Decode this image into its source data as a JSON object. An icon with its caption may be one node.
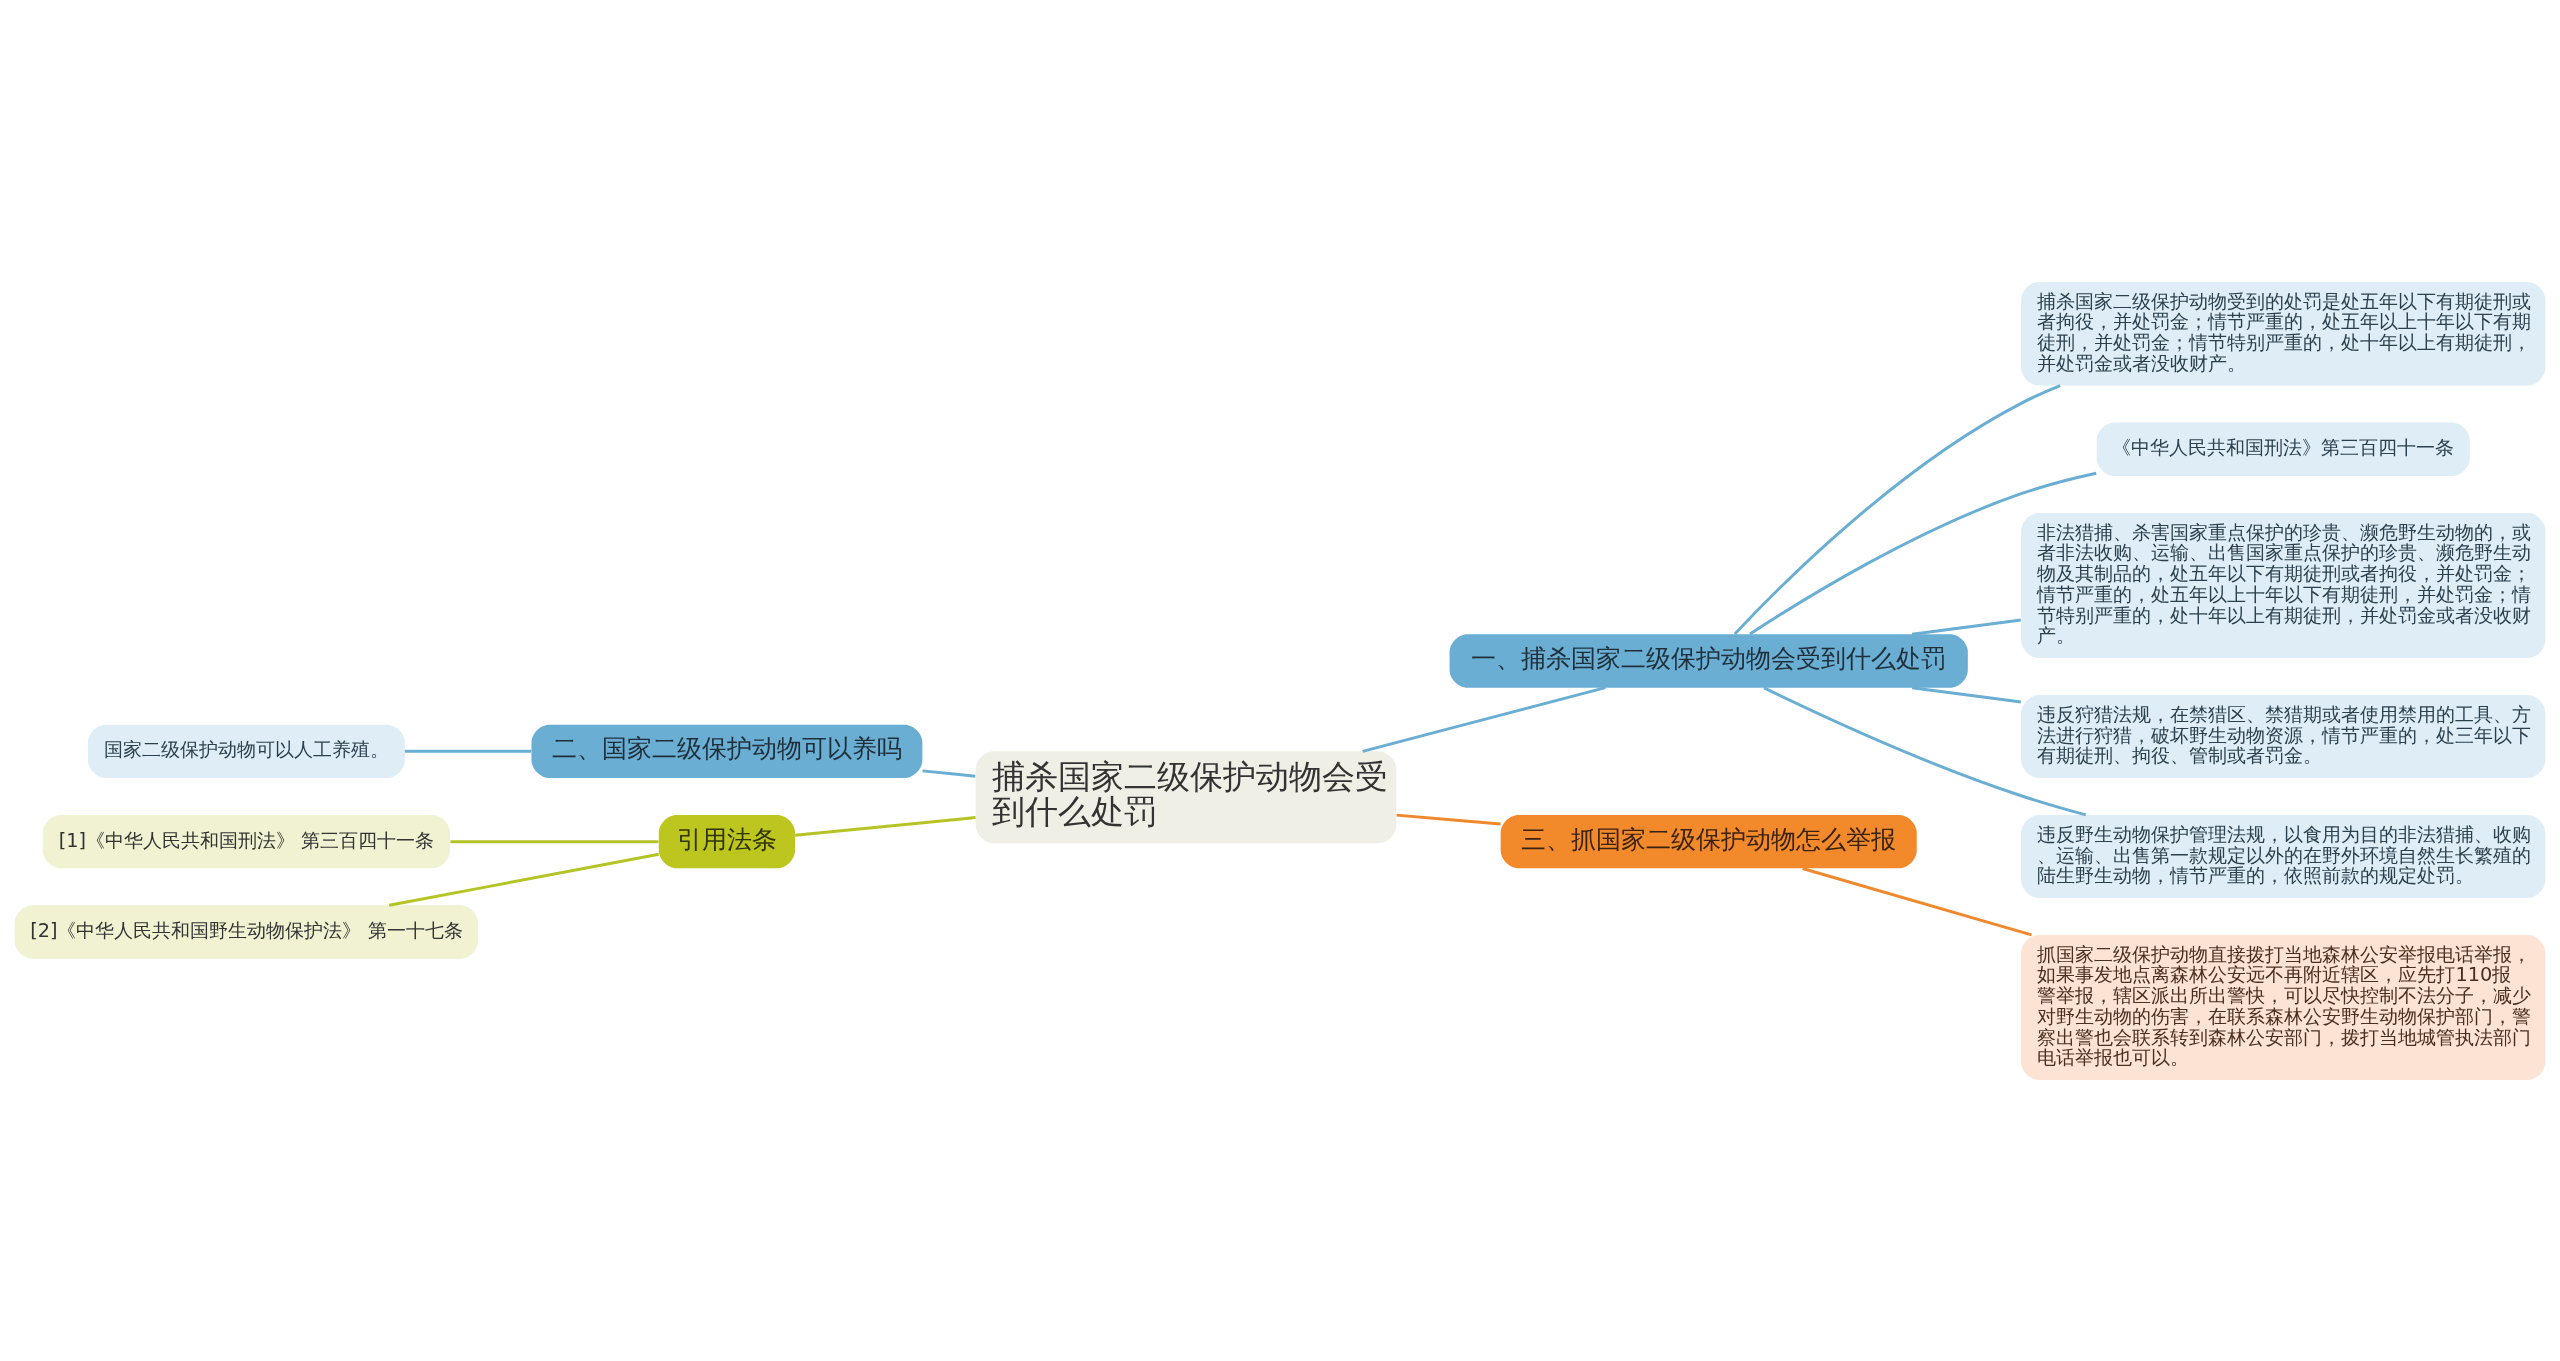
{
  "diagram": {
    "nodes": [
      {
        "text": [
          "捕杀国家二级保护动物会受到什么处罚"
        ]
      },
      {
        "text": [
          "一、捕杀国家二级保护动物会受到什么处罚"
        ]
      },
      {
        "text": [
          "捕杀国家二级保护动物受到的处罚是处五年以下有期徒刑或者拘役，并处罚金；情节严重的，处五年以上十年以下有期徒刑，并处罚金；情节特别严重的，处十年以上有期徒刑，并处罚金或者没收财产。"
        ]
      },
      {
        "text": [
          "《中华人民共和国刑法》第三百四十一条"
        ]
      },
      {
        "text": [
          "非法猎捕、杀害国家重点保护的珍贵、濒危野生动物的，或者非法收购、运输、出售国家重点保护的珍贵、濒危野生动物及其制品的，处五年以下有期徒刑或者拘役，并处罚金；情节严重的，处五年以上十年以下有期徒刑，并处罚金；情节特别严重的，处十年以上有期徒刑，并处罚金或者没收财产。"
        ]
      },
      {
        "text": [
          "违反狩猎法规，在禁猎区、禁猎期或者使用禁用的工具、方法进行狩猎，破坏野生动物资源，情节严重的，处三年以下有期徒刑、拘役、管制或者罚金。"
        ]
      },
      {
        "text": [
          "违反野生动物保护管理法规，以食用为目的非法猎捕、收购、运输、出售第一款规定以外的在野外环境自然生长繁殖的陆生野生动物，情节严重的，依照前款的规定处罚。"
        ]
      },
      {
        "text": [
          "三、抓国家二级保护动物怎么举报"
        ]
      },
      {
        "text": [
          "抓国家二级保护动物直接拨打当地森林公安举报电话举报，如果事发地点离森林公安远不再附近辖区，应先打110报警举报，辖区派出所出警快，可以尽快控制不法分子，减少对野生动物的伤害，在联系森林公安野生动物保护部门，警察出警也会联系转到森林公安部门，拨打当地城管执法部门电话举报也可以。"
        ]
      },
      {
        "text": [
          "二、国家二级保护动物可以养吗"
        ]
      },
      {
        "text": [
          "国家二级保护动物可以人工养殖。"
        ]
      },
      {
        "text": [
          "引用法条"
        ]
      },
      {
        "text": [
          "[1]《中华人民共和国刑法》 第三百四十一条"
        ]
      },
      {
        "text": [
          "[2]《中华人民共和国野生动物保护法》 第一十七条"
        ]
      }
    ],
    "edges": [
      {
        "from": 0,
        "to": 1,
        "arrow": "none"
      },
      {
        "from": 1,
        "to": 2,
        "arrow": "none"
      },
      {
        "from": 1,
        "to": 3,
        "arrow": "none"
      },
      {
        "from": 1,
        "to": 4,
        "arrow": "none"
      },
      {
        "from": 1,
        "to": 5,
        "arrow": "none"
      },
      {
        "from": 1,
        "to": 6,
        "arrow": "none"
      },
      {
        "from": 0,
        "to": 7,
        "arrow": "none",
        "color": "#f0892d"
      },
      {
        "from": 7,
        "to": 8,
        "arrow": "none",
        "color": "#f0892d"
      },
      {
        "from": 0,
        "to": 9,
        "arrow": "none"
      },
      {
        "from": 9,
        "to": 10,
        "arrow": "none"
      },
      {
        "from": 0,
        "to": 11,
        "arrow": "none",
        "color": "#b5c424"
      },
      {
        "from": 11,
        "to": 12,
        "arrow": "none",
        "color": "#b5c424"
      },
      {
        "from": 11,
        "to": 13,
        "arrow": "none",
        "color": "#b5c424"
      }
    ]
  }
}
